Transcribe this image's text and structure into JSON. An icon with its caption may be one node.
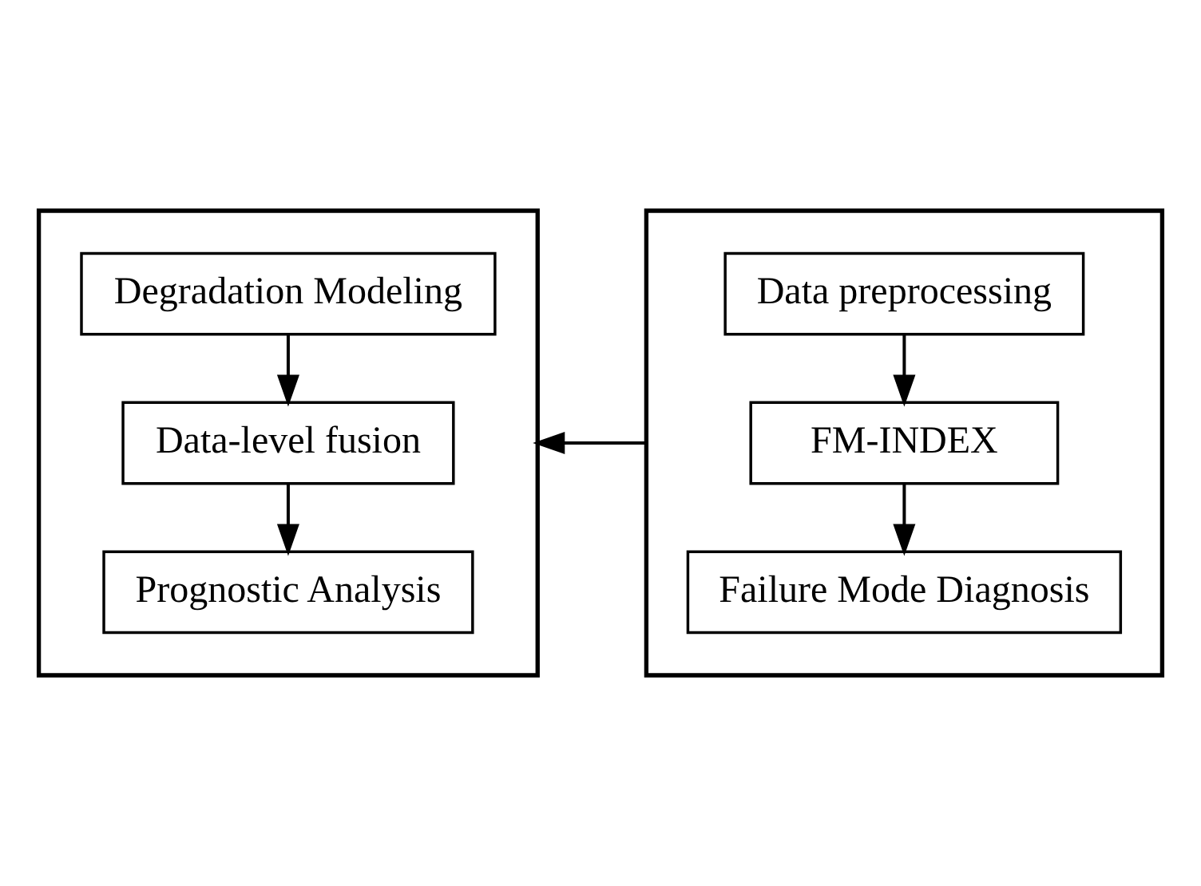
{
  "diagram": {
    "nodes": [
      {
        "text": [],
        "shape": "box"
      },
      {
        "text": [
          "Degradation Modeling"
        ],
        "in": 0
      },
      {
        "text": [
          "Data-level fusion"
        ],
        "in": 0
      },
      {
        "text": [
          "Prognostic Analysis"
        ],
        "in": 0
      },
      {
        "text": [],
        "shape": "box"
      },
      {
        "text": [
          "Data preprocessing"
        ],
        "in": 4
      },
      {
        "text": [
          "FM-INDEX"
        ],
        "in": 4
      },
      {
        "text": [
          "Failure Mode Diagnosis"
        ],
        "in": 4
      }
    ],
    "edges": [
      {
        "from": 1,
        "to": 2,
        "arrow": "to"
      },
      {
        "from": 2,
        "to": 3,
        "arrow": "to"
      },
      {
        "from": 5,
        "to": 6,
        "arrow": "to"
      },
      {
        "from": 6,
        "to": 7,
        "arrow": "to"
      },
      {
        "from": 4,
        "to": 0,
        "arrow": "to"
      }
    ]
  }
}
